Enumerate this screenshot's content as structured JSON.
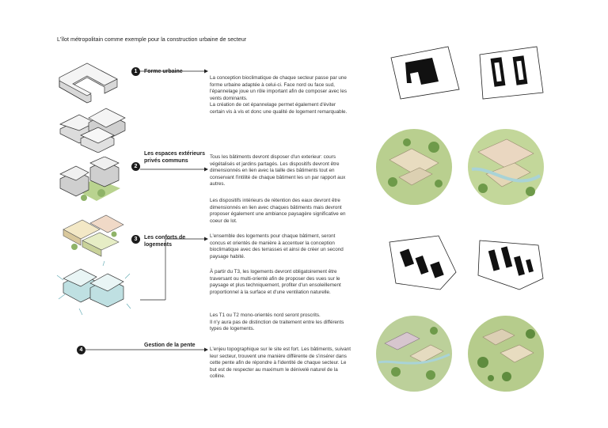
{
  "title": "L'îlot métropolitain comme exemple pour la construction urbaine de secteur",
  "steps": [
    {
      "number": "1",
      "label": "Forme urbaine"
    },
    {
      "number": "2",
      "label": "Les espaces extérieurs privés communs"
    },
    {
      "number": "3",
      "label": "Les conforts de logements"
    },
    {
      "number": "4",
      "label": "Gestion de la pente"
    }
  ],
  "paragraphs": {
    "p1": "La conception bioclimatique de chaque secteur passe par une forme urbaine adaptée à celui-ci. Face nord ou face sud, l'épannelage joue un rôle important afin de composer avec les vents dominants.\nLa création de cet épannelage permet également d'éviter certain vis à vis et donc une qualité de logement remarquable.",
    "p2": "Tous les bâtiments devront disposer d'un exterieur: cours végétalisés et jardins partagés. Les dispositifs devront être dimensionnés en lien avec la taille des bâtiments tout en conservant l'intilité de chaque bâtiment les un par rapport aux autres.",
    "p3": "Les dispositifs intérieurs de rétention des eaux devront être dimensionnés en lien avec chaques bâtiments mais devront proposer également une ambiance paysagère significative en coeur de lot.",
    "p4": "L'ensemble des logements pour chaque bâtiment, seront concus et orientés de manière à accentuer la conception bioclimatique avec des terrasses et ainsi de créer un second paysage habité.",
    "p5": "À partir du T3, les logements devront obligatoirement être traversant ou multi-orienté afin de proposer des vues sur le paysage et plus techniquement, profiter d'un ensoleillement proportionnel à la surface et d'une ventilation naturelle.",
    "p6": "Les T1 ou T2 mono-orientés nord seront proscrits.\nIl n'y aura pas de distinction de traitement entre les différents types de logements.",
    "p7": "L'enjeu topographique sur le site est fort. Les bâtiments, suivant leur secteur, trouvent une manière différente de s'insérer dans cette pente afin de répondre à l'identité de chaque secteur. Le but est de respecter au maximum le dénivelé naturel de la colline."
  },
  "colors": {
    "ink": "#1c1c1c",
    "greenery": "#8fb368",
    "building": "#d9cdb0",
    "water": "#a9d3d6"
  }
}
